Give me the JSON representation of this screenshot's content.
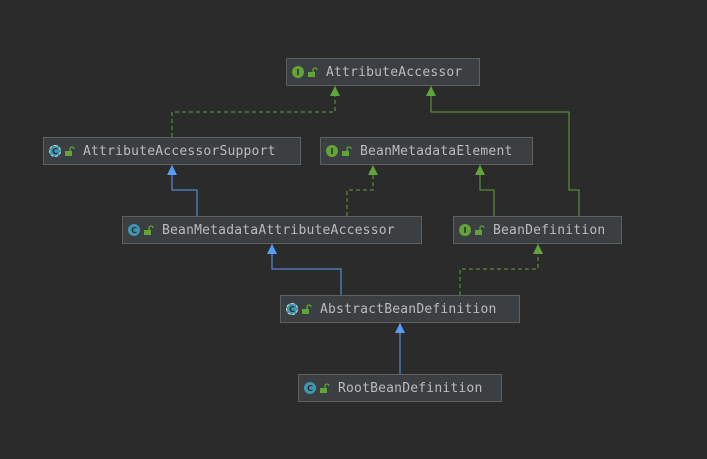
{
  "diagram": {
    "title": "",
    "nodes": {
      "attribute_accessor": {
        "name": "AttributeAccessor",
        "kind": "interface",
        "kind_icon": "interface-icon"
      },
      "attribute_accessor_support": {
        "name": "AttributeAccessorSupport",
        "kind": "abstract-class",
        "kind_icon": "abstract-class-icon"
      },
      "bean_metadata_element": {
        "name": "BeanMetadataElement",
        "kind": "interface",
        "kind_icon": "interface-icon"
      },
      "bean_metadata_attribute_accessor": {
        "name": "BeanMetadataAttributeAccessor",
        "kind": "class",
        "kind_icon": "class-icon"
      },
      "bean_definition": {
        "name": "BeanDefinition",
        "kind": "interface",
        "kind_icon": "interface-icon"
      },
      "abstract_bean_definition": {
        "name": "AbstractBeanDefinition",
        "kind": "abstract-class",
        "kind_icon": "abstract-class-icon"
      },
      "root_bean_definition": {
        "name": "RootBeanDefinition",
        "kind": "class",
        "kind_icon": "class-icon"
      }
    },
    "badge_letters": {
      "interface": "I",
      "class": "C",
      "abstract-class": "C"
    },
    "relations": [
      {
        "from": "attribute_accessor_support",
        "to": "attribute_accessor",
        "type": "implements"
      },
      {
        "from": "bean_definition",
        "to": "attribute_accessor",
        "type": "extends-interface"
      },
      {
        "from": "bean_metadata_attribute_accessor",
        "to": "attribute_accessor_support",
        "type": "extends"
      },
      {
        "from": "bean_metadata_attribute_accessor",
        "to": "bean_metadata_element",
        "type": "implements"
      },
      {
        "from": "bean_definition",
        "to": "bean_metadata_element",
        "type": "extends-interface"
      },
      {
        "from": "abstract_bean_definition",
        "to": "bean_metadata_attribute_accessor",
        "type": "extends"
      },
      {
        "from": "abstract_bean_definition",
        "to": "bean_definition",
        "type": "implements"
      },
      {
        "from": "root_bean_definition",
        "to": "abstract_bean_definition",
        "type": "extends"
      }
    ],
    "colors": {
      "background": "#2b2b2b",
      "node_fill": "#3c3f41",
      "node_border": "#5e6060",
      "label_text": "#bbbbbb",
      "extends_edge": "#589df6",
      "interface_edge": "#62a33a",
      "interface_badge": "#62a33a",
      "class_badge": "#3d97b2",
      "visibility_icon": "#62a33a"
    }
  }
}
